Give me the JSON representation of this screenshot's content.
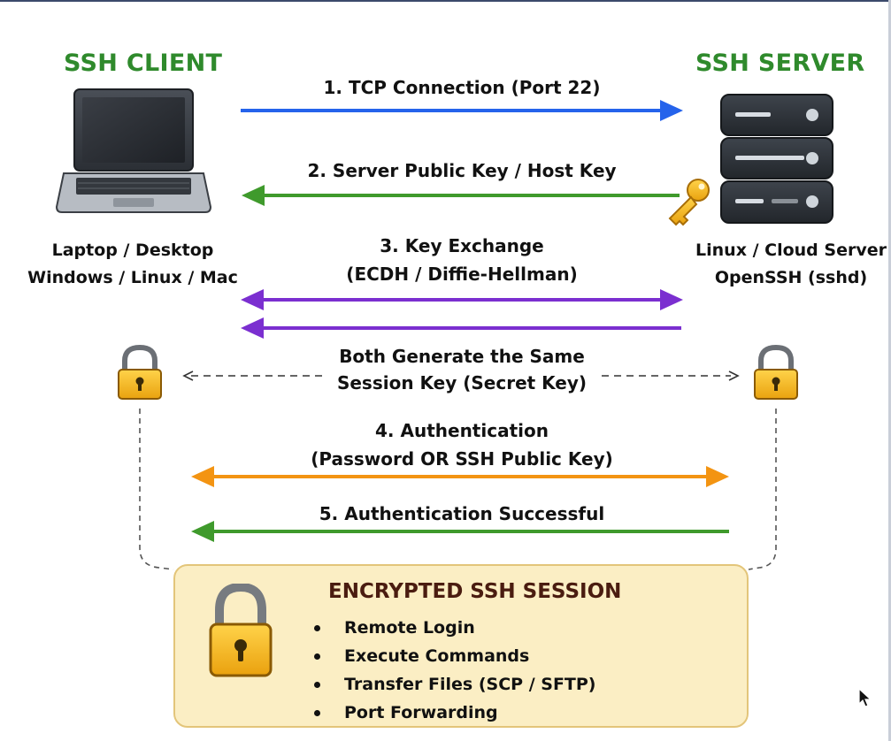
{
  "client": {
    "title": "SSH CLIENT",
    "line1": "Laptop / Desktop",
    "line2": "Windows / Linux / Mac"
  },
  "server": {
    "title": "SSH SERVER",
    "line1": "Linux / Cloud Server",
    "line2": "OpenSSH (sshd)"
  },
  "steps": {
    "s1": "1.  TCP Connection (Port 22)",
    "s2": "2.  Server Public Key / Host Key",
    "s3a": "3.  Key Exchange",
    "s3b": "(ECDH / Diffie-Hellman)",
    "sessionA": "Both Generate the Same",
    "sessionB": "Session Key (Secret Key)",
    "s4a": "4.  Authentication",
    "s4b": "(Password OR SSH Public Key)",
    "s5": "5.  Authentication Successful"
  },
  "session": {
    "title": "ENCRYPTED SSH SESSION",
    "items": [
      "Remote Login",
      "Execute Commands",
      "Transfer Files (SCP / SFTP)",
      "Port Forwarding"
    ]
  },
  "colors": {
    "blue": "#2563eb",
    "green": "#3f9a2c",
    "purple": "#7b2fd0",
    "orange": "#f39412",
    "gold": "#f2b21b",
    "title_green": "#2f8a2c"
  }
}
